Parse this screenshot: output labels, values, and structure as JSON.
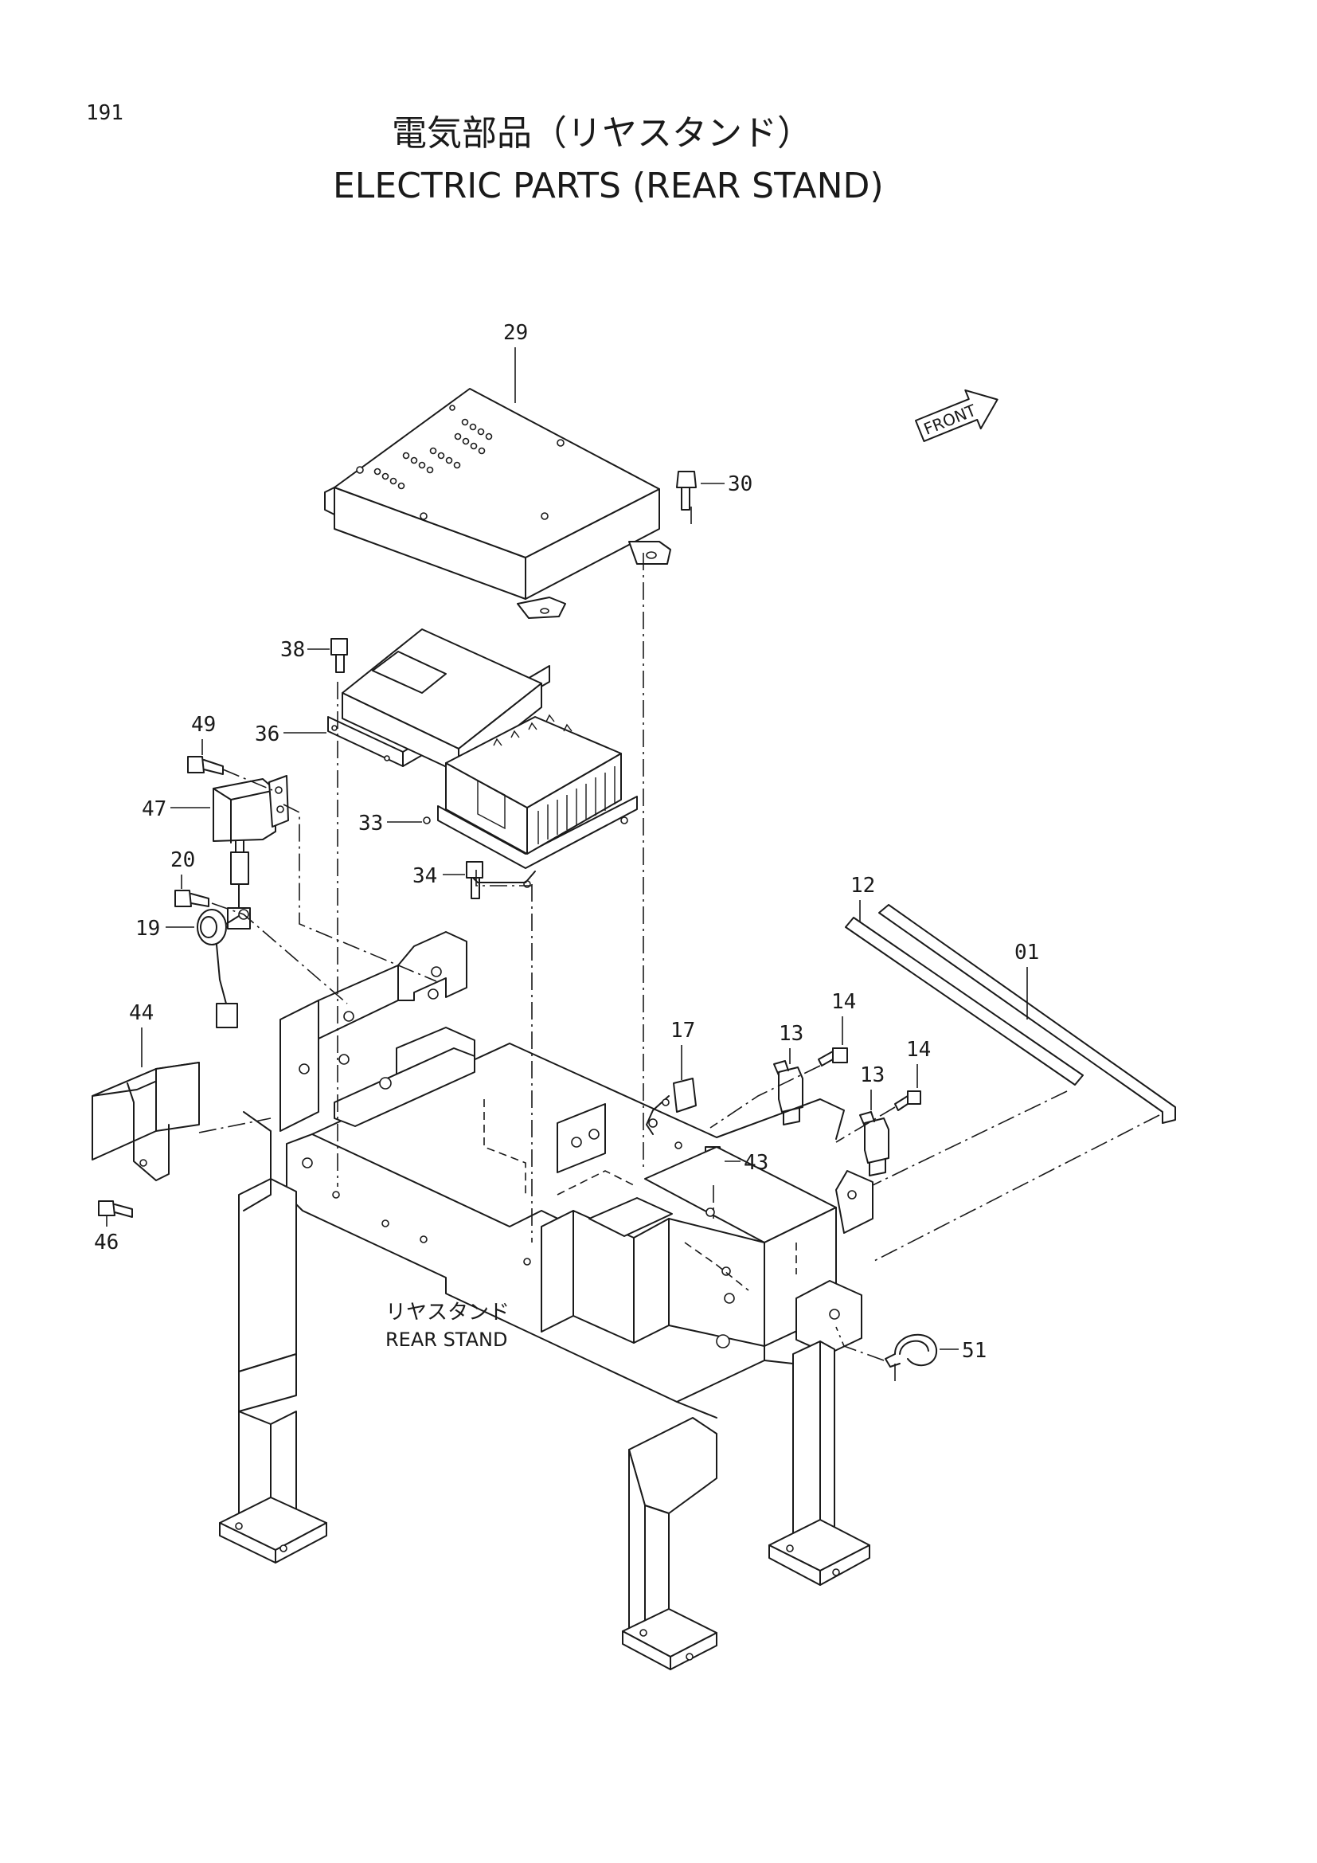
{
  "page_number": "191",
  "title_jp": "電気部品（リヤスタンド）",
  "title_en": "ELECTRIC PARTS (REAR STAND)",
  "front_marker": "FRONT",
  "assembly_label_jp": "リヤスタンド",
  "assembly_label_en": "REAR STAND",
  "callouts": {
    "c29": "29",
    "c30": "30",
    "c38": "38",
    "c36": "36",
    "c49": "49",
    "c47": "47",
    "c33": "33",
    "c34": "34",
    "c20": "20",
    "c19": "19",
    "c44": "44",
    "c46": "46",
    "c17": "17",
    "c13a": "13",
    "c14a": "14",
    "c13b": "13",
    "c14b": "14",
    "c12": "12",
    "c01": "01",
    "c43": "43",
    "c51": "51"
  }
}
